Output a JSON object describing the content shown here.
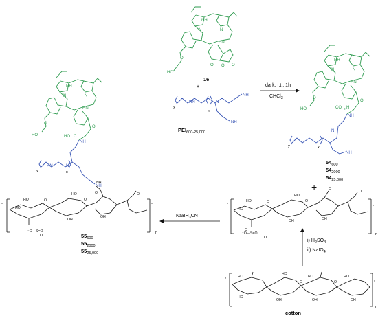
{
  "compounds": {
    "chlorin": "16",
    "pei": "PEI",
    "pei_range": "600-25,000",
    "plus": "+",
    "p54": [
      "54",
      "54",
      "54"
    ],
    "p54_sub": [
      "600",
      "2000",
      "25,000"
    ],
    "p55": [
      "55",
      "55",
      "55"
    ],
    "p55_sub": [
      "600",
      "2000",
      "25,000"
    ],
    "cotton": "cotton"
  },
  "conditions": {
    "step1_line1": "dark, r.t., 1h",
    "step1_line2": "CHCl",
    "step1_line2_sub": "3",
    "ox_1": "i) H",
    "ox_1_sub": "2",
    "ox_1_rest": "SO",
    "ox_1_sub2": "4",
    "ox_2": "ii) NaIO",
    "ox_2_sub": "4",
    "reduction": "NaBH",
    "reduction_sub": "3",
    "reduction_rest": "CN"
  },
  "colors": {
    "porphyrin": "#2e9b4f",
    "polyamine": "#3a57b6",
    "sugar": "#111111"
  }
}
